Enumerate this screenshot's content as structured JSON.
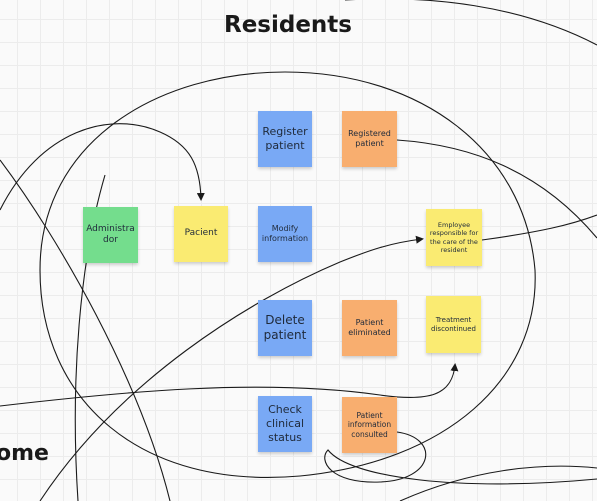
{
  "board": {
    "title": "Residents",
    "section_tail": "ome"
  },
  "notes": {
    "administrador": "Administra dor",
    "paciente": "Pacient",
    "register": "Register patient",
    "registered": "Registered patient",
    "modify": "Modify information",
    "employee": "Employee responsible for the care of the resident",
    "delete": "Delete patient",
    "eliminated": "Patient eliminated",
    "treatment": "Treatment discontinued",
    "check": "Check clinical status",
    "consulted": "Patient information consulted"
  },
  "colors": {
    "green": "#74dd8d",
    "yellow": "#faeb72",
    "blue": "#79a9f5",
    "orange": "#f8ae6f",
    "connector": "#1a1a1a"
  }
}
